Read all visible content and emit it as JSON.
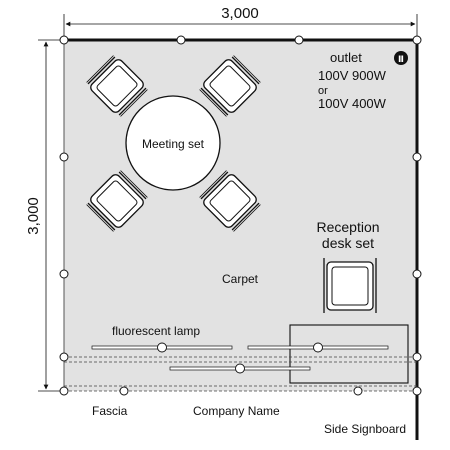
{
  "dimensions": {
    "width_label": "3,000",
    "depth_label": "3,000"
  },
  "labels": {
    "outlet": "outlet",
    "outlet_badge": "Ⅱ",
    "outlet_spec_1": "100V 900W",
    "outlet_or": "or",
    "outlet_spec_2": "100V 400W",
    "meeting_set": "Meeting set",
    "reception_line1": "Reception",
    "reception_line2": "desk set",
    "carpet": "Carpet",
    "fluorescent_lamp": "fluorescent lamp",
    "fascia": "Fascia",
    "company_name": "Company Name",
    "side_signboard": "Side Signboard"
  },
  "colors": {
    "floor": "#e2e2e2",
    "wall": "#111111",
    "chair_fill": "#ffffff"
  }
}
